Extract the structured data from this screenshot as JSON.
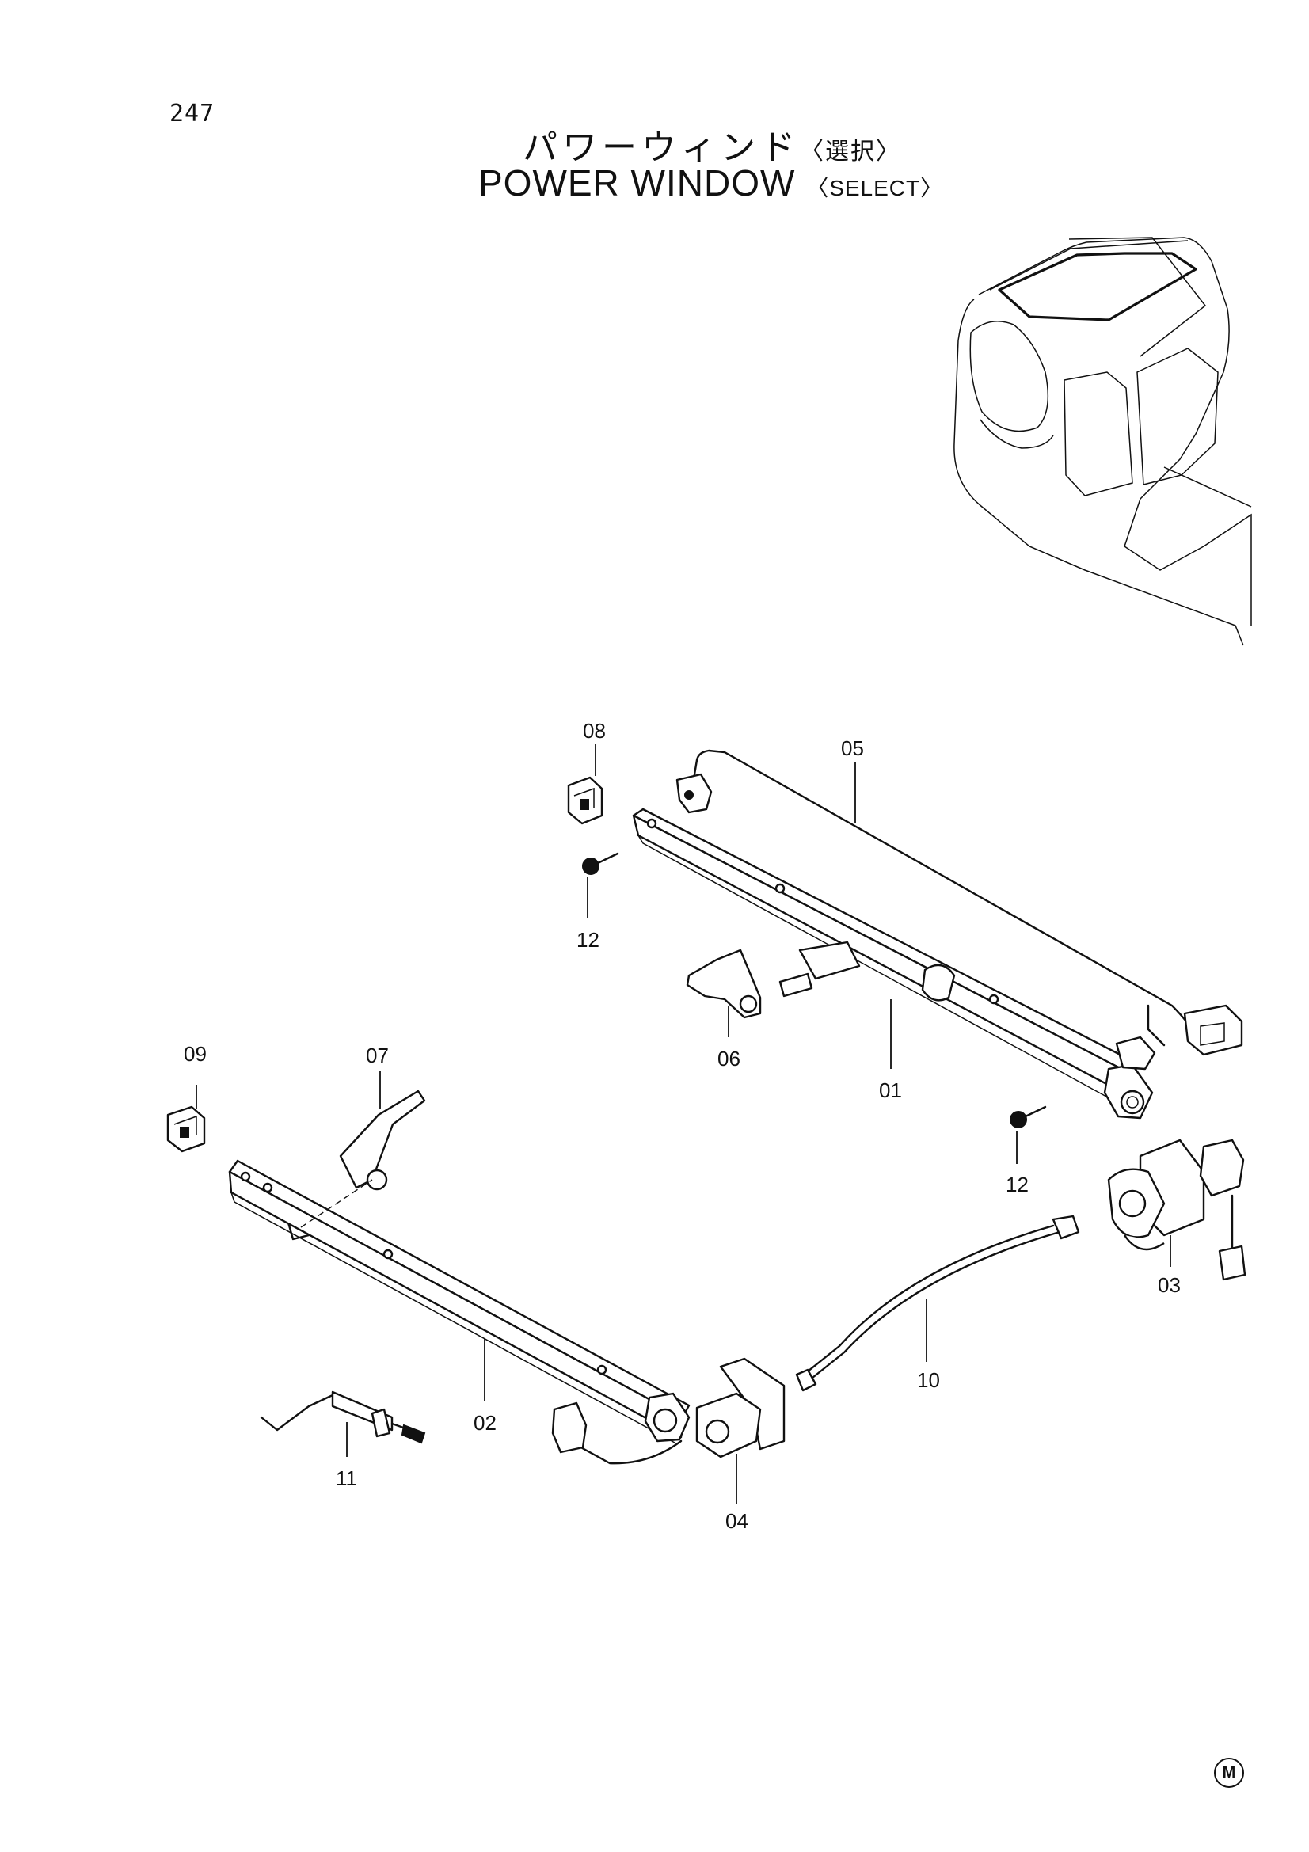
{
  "page_number": "247",
  "title": {
    "jp": "パワーウィンド",
    "jp_select": "〈選択〉",
    "en": "POWER WINDOW",
    "en_select": "〈SELECT〉"
  },
  "callouts": [
    "08",
    "05",
    "12",
    "06",
    "01",
    "12",
    "09",
    "07",
    "03",
    "10",
    "02",
    "11",
    "04"
  ],
  "footer_mark": "M"
}
